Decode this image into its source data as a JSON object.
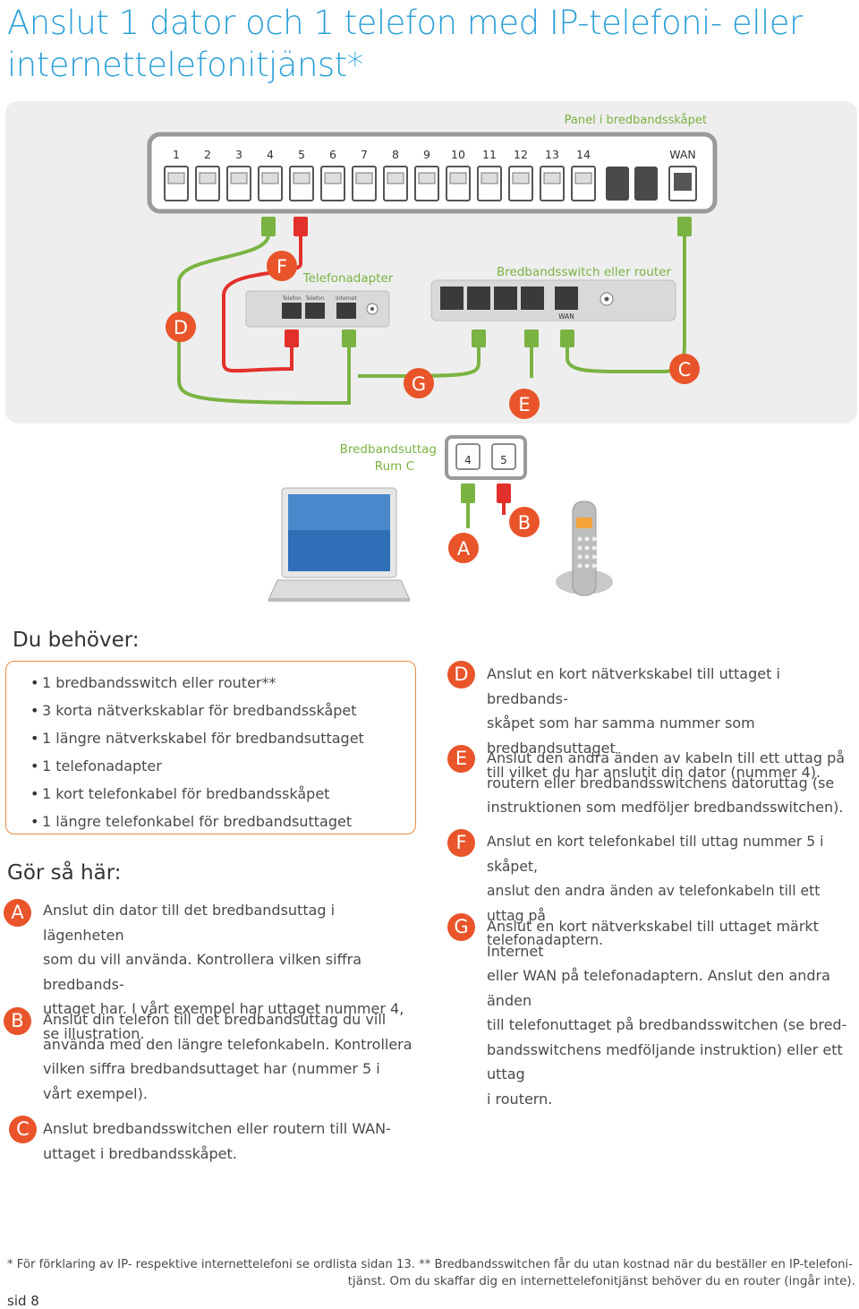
{
  "title": "Anslut 1 dator och 1 telefon med IP-telefoni- eller internettelefonitjänst*",
  "diagram": {
    "panel_label": "Panel i bredbandsskåpet",
    "port_numbers": [
      "1",
      "2",
      "3",
      "4",
      "5",
      "6",
      "7",
      "8",
      "9",
      "10",
      "11",
      "12",
      "13",
      "14"
    ],
    "wan_label": "WAN",
    "adapter_label": "Telefonadapter",
    "adapter_ports": [
      "Telefon",
      "Telefon",
      "Internet"
    ],
    "switch_label": "Bredbandsswitch eller router",
    "switch_wan": "WAN",
    "outlet_label_line1": "Bredbandsuttag",
    "outlet_label_line2": "Rum C",
    "outlet_ports": [
      "4",
      "5"
    ],
    "letters": {
      "A": "A",
      "B": "B",
      "C": "C",
      "D": "D",
      "E": "E",
      "F": "F",
      "G": "G"
    },
    "colors": {
      "green": "#7ab342",
      "red": "#e3302b",
      "orange": "#e9542a",
      "blue": "#2a9fd8"
    }
  },
  "needs": {
    "heading": "Du behöver:",
    "items": [
      "1 bredbandsswitch eller router**",
      "3 korta nätverkskablar för bredbandsskåpet",
      "1 längre nätverkskabel för bredbandsuttaget",
      "1 telefonadapter",
      "1 kort telefonkabel för bredbandsskåpet",
      "1 längre telefonkabel för bredbandsuttaget"
    ]
  },
  "howto": {
    "heading": "Gör så här:",
    "steps": [
      {
        "letter": "A",
        "lines": [
          "Anslut din dator till det bredbandsuttag i lägenheten",
          "som du vill använda. Kontrollera vilken siffra bredbands-",
          "uttaget har. I vårt exempel har uttaget nummer 4,",
          "se illustration."
        ]
      },
      {
        "letter": "B",
        "lines": [
          "Anslut din telefon till det bredbandsuttag du vill",
          "använda med den längre telefonkabeln. Kontrollera",
          "vilken siffra bredbandsuttaget har (nummer 5 i",
          "vårt exempel)."
        ]
      },
      {
        "letter": "C",
        "lines": [
          "Anslut bredbandsswitchen eller routern till WAN-",
          "uttaget i bredbandsskåpet."
        ]
      },
      {
        "letter": "D",
        "lines": [
          "Anslut en kort nätverkskabel till uttaget i bredbands-",
          "skåpet som har samma nummer som bredbandsuttaget",
          "till vilket du har anslutit din dator (nummer 4)."
        ]
      },
      {
        "letter": "E",
        "lines": [
          "Anslut den andra änden av kabeln till ett uttag på",
          "routern eller bredbandsswitchens datoruttag (se",
          "instruktionen som medföljer bredbandsswitchen)."
        ]
      },
      {
        "letter": "F",
        "lines": [
          "Anslut en kort telefonkabel till uttag nummer 5 i skåpet,",
          "anslut den andra änden av telefonkabeln till ett uttag på",
          "telefonadaptern."
        ]
      },
      {
        "letter": "G",
        "lines": [
          "Anslut en kort nätverkskabel till uttaget märkt Internet",
          "eller WAN på telefonadaptern. Anslut den andra änden",
          "till telefonuttaget på bredbandsswitchen (se bred-",
          "bandsswitchens medföljande instruktion) eller ett uttag",
          "i routern."
        ]
      }
    ]
  },
  "footnote": {
    "line1": "* För förklaring av IP- respektive internettelefoni se ordlista sidan 13. ** Bredbandsswitchen får du utan kostnad när du beställer en IP-telefoni-",
    "line2": "tjänst. Om du skaffar dig en internettelefonitjänst behöver du en router (ingår inte)."
  },
  "page_number": "sid 8"
}
